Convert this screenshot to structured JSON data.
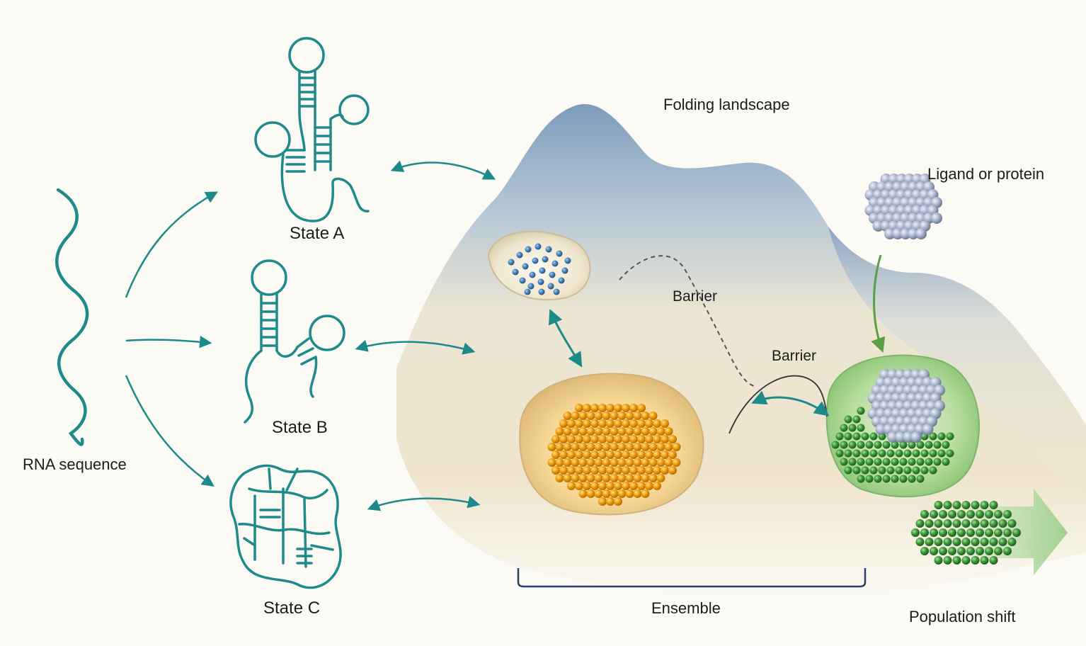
{
  "labels": {
    "rna_sequence": "RNA sequence",
    "state_a": "State A",
    "state_b": "State B",
    "state_c": "State C",
    "folding_landscape": "Folding landscape",
    "barrier_1": "Barrier",
    "barrier_2": "Barrier",
    "ligand": "Ligand or protein",
    "ensemble": "Ensemble",
    "population_shift": "Population shift"
  },
  "colors": {
    "rna_teal": "#1f8a8c",
    "arrow_teal": "#1d8a8a",
    "state_a_particles": "#4a86c0",
    "state_b_particles": "#ee9a12",
    "state_c_particles": "#3e9a3a",
    "ligand": "#a9b4cc",
    "bracket": "#2b3f6e",
    "shift_arrow": "#a9d49a"
  }
}
